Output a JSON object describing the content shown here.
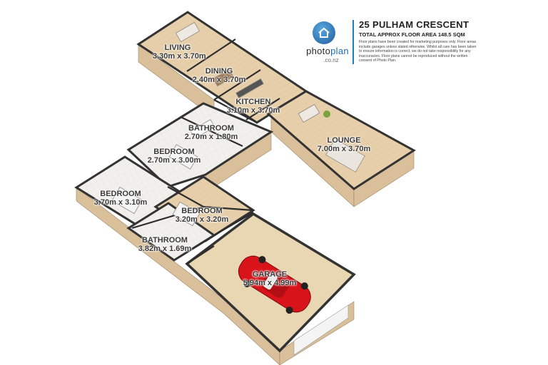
{
  "header": {
    "title": "25 PULHAM CRESCENT",
    "subtitle": "TOTAL APPROX FLOOR AREA 148.5 SQM",
    "disclaimer": "Floor plans have been created for marketing purposes only. Floor areas include garages unless stated otherwise. Whilst all care has been taken to ensure information is correct, we do not take responsibility for any inaccuracies. Floor plans cannot be reproduced without the written consent of Photo Plan."
  },
  "logo": {
    "name_part1": "photo",
    "name_part2": "plan",
    "domain": ".co.nz",
    "icon": "house-icon"
  },
  "rooms": {
    "living": {
      "name": "LIVING",
      "size": "3.30m x 3.70m"
    },
    "dining": {
      "name": "DINING",
      "size": "2.40m x 3.70m"
    },
    "kitchen": {
      "name": "KITCHEN",
      "size": "3.10m x 3.70m"
    },
    "lounge": {
      "name": "LOUNGE",
      "size": "7.00m x 3.70m"
    },
    "bathroom1": {
      "name": "BATHROOM",
      "size": "2.70m x 1.80m"
    },
    "bedroom1": {
      "name": "BEDROOM",
      "size": "2.70m x 3.00m"
    },
    "bedroom2": {
      "name": "BEDROOM",
      "size": "3.70m x 3.10m"
    },
    "bedroom3": {
      "name": "BEDROOM",
      "size": "3.20m x 3.20m"
    },
    "bathroom2": {
      "name": "BATHROOM",
      "size": "3.82m x 1.69m"
    },
    "garage": {
      "name": "GARAGE",
      "size": "5.94m x 4.99m"
    }
  },
  "colors": {
    "floor_wood": "#e8d3b0",
    "floor_light": "#f1ece4",
    "wall_top": "#2a2a2a",
    "wall_side": "#d8bd98",
    "brand_blue": "#1e6db4",
    "car_red": "#d8141a"
  }
}
